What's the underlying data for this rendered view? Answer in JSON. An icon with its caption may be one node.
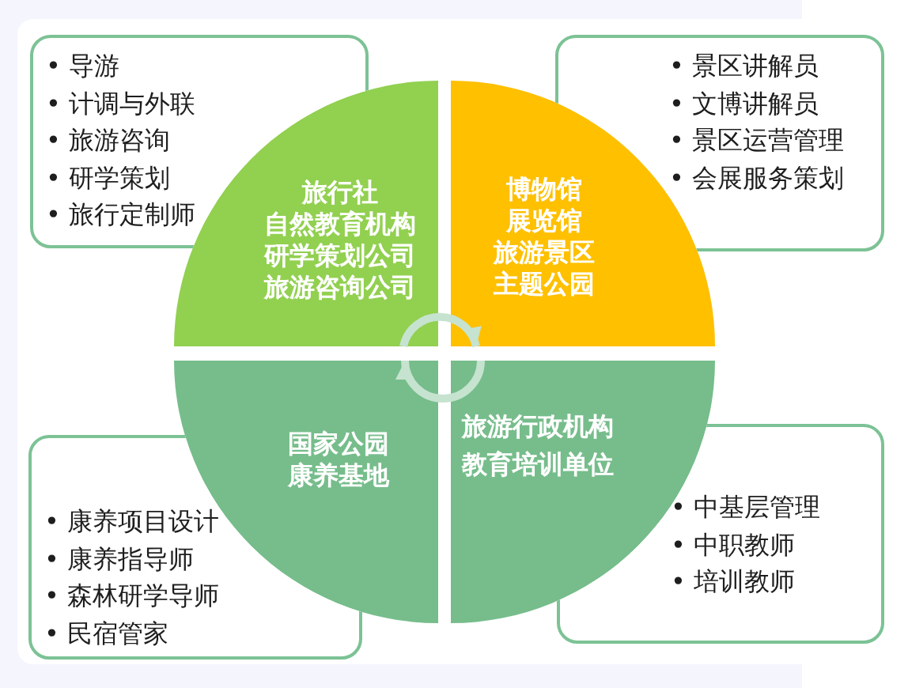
{
  "diagram": {
    "nodes": [
      {
        "text": [
          "• 导游",
          "• 计调与外联",
          "• 旅游咨询",
          "• 研学策划",
          "• 旅行定制师"
        ]
      },
      {
        "text": [
          "• 景区讲解员",
          "• 文博讲解员",
          "• 景区运营管理",
          "• 会展服务策划"
        ]
      },
      {
        "text": [
          "旅行社",
          "自然教育机构",
          "研学策划公司",
          "旅游咨询公司"
        ]
      },
      {
        "text": [
          "博物馆",
          "展览馆",
          "旅游景区",
          "主题公园"
        ]
      },
      {
        "text": [
          "国家公园",
          "康养基地"
        ]
      },
      {
        "text": [
          "旅游行政机构",
          "教育培训单位"
        ]
      },
      {
        "text": [
          "• 康养项目设计",
          "• 康养指导师",
          "• 森林研学导师",
          "• 民宿管家"
        ]
      },
      {
        "text": [
          "• 中基层管理",
          "• 中职教师",
          "• 培训教师"
        ]
      }
    ],
    "edges": [
      {
        "from": 2,
        "to": 3,
        "arrow": "to"
      },
      {
        "from": 5,
        "to": 4,
        "arrow": "to"
      }
    ]
  }
}
